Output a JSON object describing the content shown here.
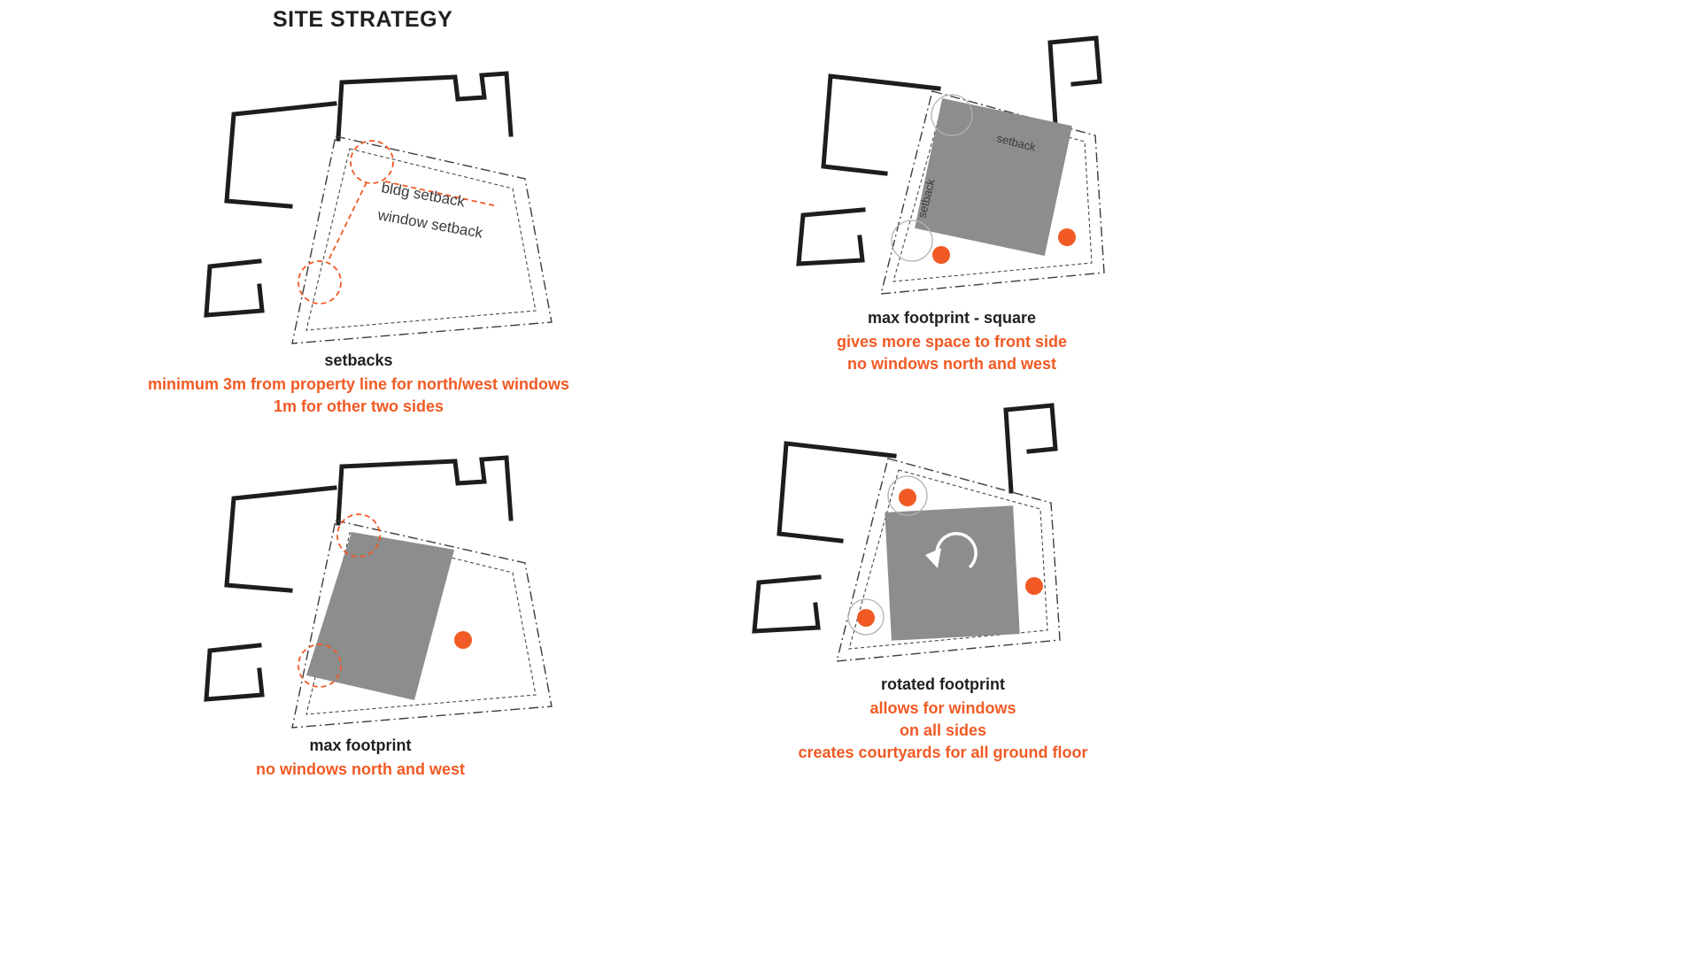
{
  "title": "SITE STRATEGY",
  "colors": {
    "accent_orange": "#f15a24",
    "footprint_gray": "#8d8d8d",
    "building_black": "#1d1d1b"
  },
  "icons": {
    "rotation_arrow": "counterclockwise-rotation-arrow"
  },
  "panels": [
    {
      "id": "setbacks",
      "title": "setbacks",
      "lines": [
        "minimum 3m from property line for north/west windows",
        "1m for other two sides"
      ],
      "diagram_labels": {
        "bldg": "bldg setback",
        "window": "window setback"
      }
    },
    {
      "id": "max-footprint-square",
      "title": "max footprint - square",
      "lines": [
        "gives more space to front side",
        "no windows north and west"
      ],
      "diagram_labels": {
        "setback_top": "setback",
        "setback_left": "setback"
      }
    },
    {
      "id": "max-footprint",
      "title": "max footprint",
      "lines": [
        "no windows north and west"
      ]
    },
    {
      "id": "rotated-footprint",
      "title": "rotated footprint",
      "lines": [
        "allows for windows",
        "on all sides",
        "creates courtyards for all ground floor"
      ]
    }
  ]
}
